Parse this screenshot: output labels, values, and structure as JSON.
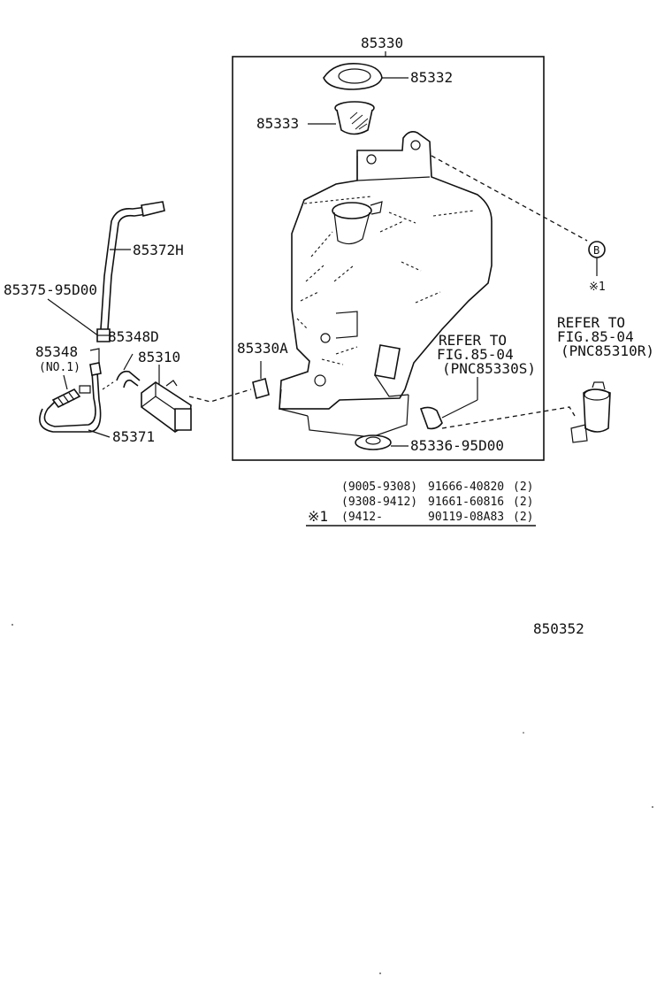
{
  "title_part": "85330",
  "labels": {
    "cap": "85332",
    "strainer": "85333",
    "hose_upper": "85372H",
    "nozzle": "85375-95D00",
    "joint": "85348",
    "joint_note": "(NO.1)",
    "hose_joint": "85348D",
    "pump_left": "85310",
    "grommet_a": "85330A",
    "hose_lower": "85371",
    "grommet_b": "85336-95D00",
    "callout_b": "B",
    "note_mark": "※1"
  },
  "refer_tank": {
    "line1": "REFER TO",
    "line2": "FIG.85-04",
    "line3": "(PNC85330S)"
  },
  "refer_pump": {
    "line1": "REFER TO",
    "line2": "FIG.85-04",
    "line3": "(PNC85310R)"
  },
  "bolt_table": [
    {
      "mark": "",
      "range": "(9005-9308)",
      "part": "91666-40820",
      "qty": "(2)"
    },
    {
      "mark": "",
      "range": "(9308-9412)",
      "part": "91661-60816",
      "qty": "(2)"
    },
    {
      "mark": "※1",
      "range": "(9412-",
      "part": "90119-08A83",
      "qty": "(2)"
    }
  ],
  "figure_id": "850352"
}
